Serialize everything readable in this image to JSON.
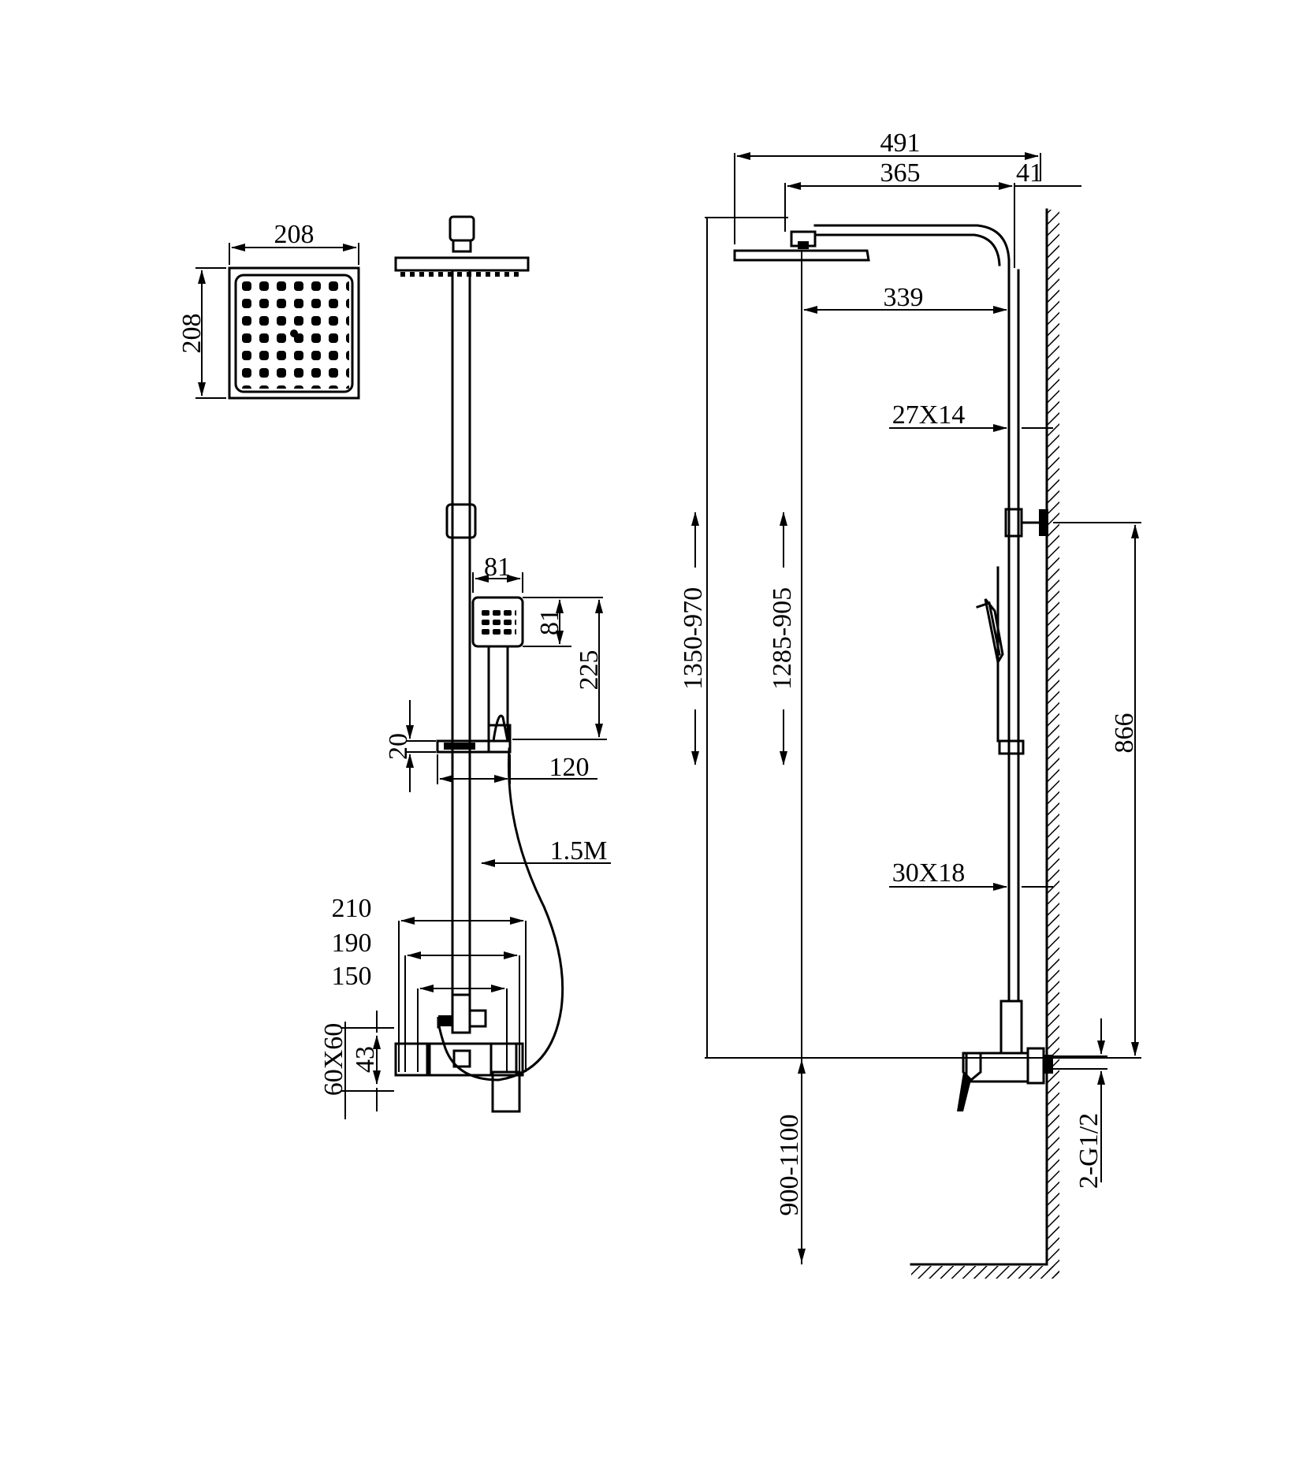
{
  "colors": {
    "ink": "#000000",
    "paper": "#ffffff"
  },
  "dimensions": {
    "head_w": "208",
    "head_h": "208",
    "hand_w": "81",
    "hand_h": "81",
    "hand_height": "225",
    "shelf_h": "20",
    "shelf_w": "120",
    "hose": "1.5M",
    "mixer_210": "210",
    "mixer_190": "190",
    "mixer_150": "150",
    "mixer_60x60": "60X60",
    "mixer_43": "43",
    "total_w": "491",
    "arm_w": "365",
    "wall_41": "41",
    "arm_339": "339",
    "bracket_27x14": "27X14",
    "bracket_30x18": "30X18",
    "range_1350": "1350-970",
    "range_1285": "1285-905",
    "center_866": "866",
    "floor_height": "900-1100",
    "inlet": "2-G1/2"
  }
}
